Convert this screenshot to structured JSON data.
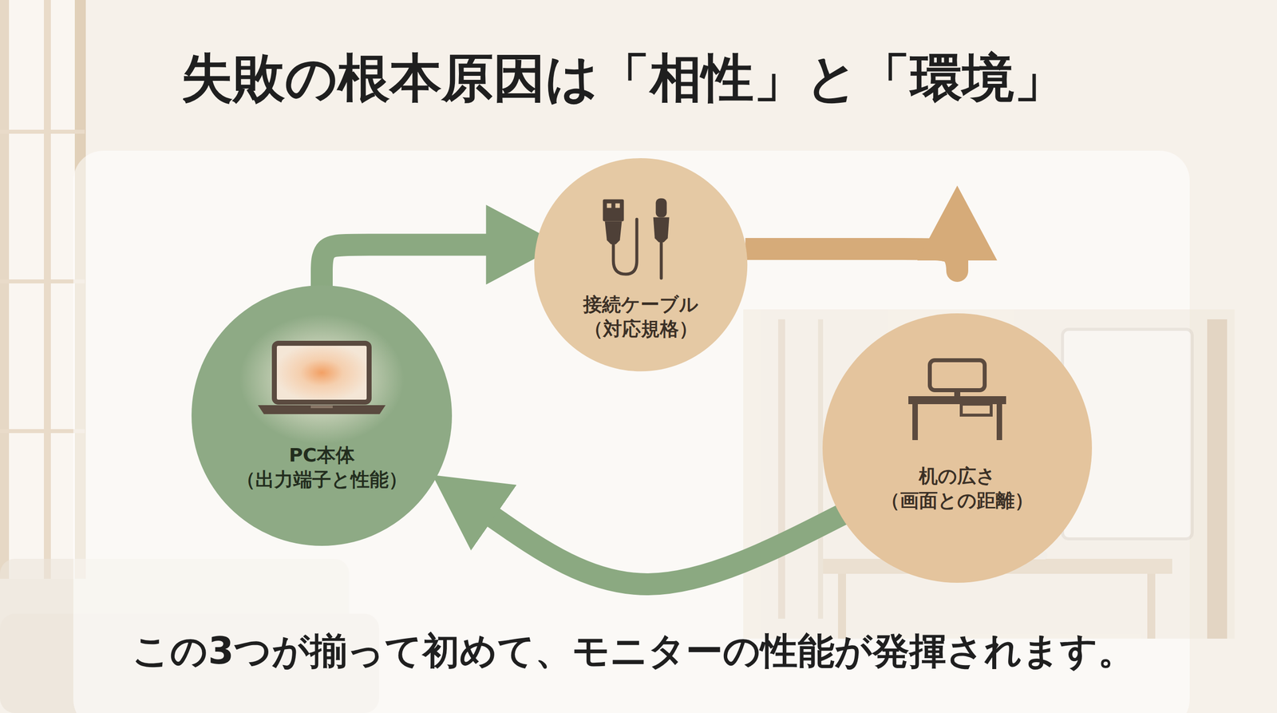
{
  "diagram": {
    "title": "失敗の根本原因は「相性」と「環境」",
    "caption": "この3つが揃って初めて、モニターの性能が発揮されます。",
    "nodes": [
      {
        "text": [
          "PC本体",
          "（出力端子と性能）"
        ]
      },
      {
        "text": [
          "接続ケーブル",
          "（対応規格）"
        ]
      },
      {
        "text": [
          "机の広さ",
          "（画面との距離）"
        ]
      }
    ],
    "edges": [
      {
        "from": 0,
        "to": 1,
        "arrow": "to"
      },
      {
        "from": 1,
        "to": 2,
        "arrow": "to"
      },
      {
        "from": 2,
        "to": 0,
        "arrow": "to"
      }
    ]
  }
}
